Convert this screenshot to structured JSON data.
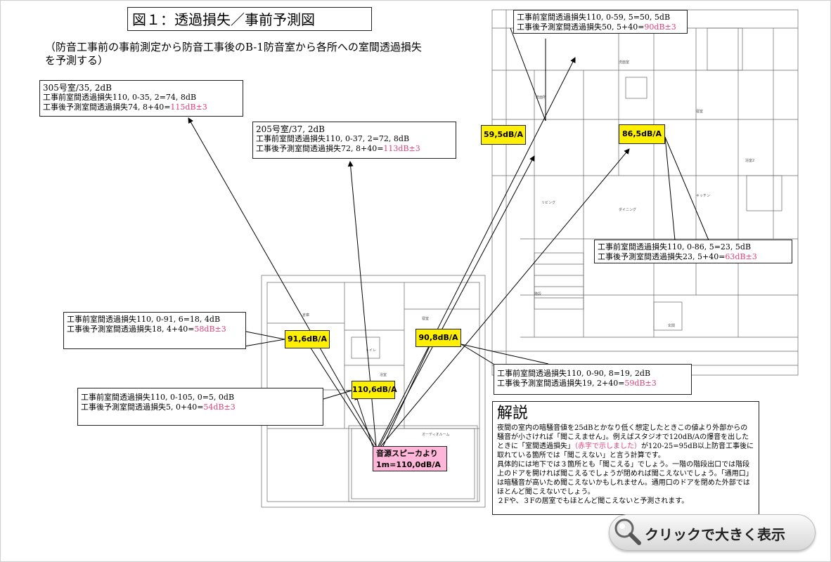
{
  "title": "図１：透過損失／事前予測図",
  "subtitle": "（防音工事前の事前測定から防音工事後のB-1防音室から各所への室間透過損失を予測する）",
  "notes": {
    "room305": {
      "head": "305号室/35, 2dB",
      "before": "工事前室間透過損失110, 0-35, 2=74, 8dB",
      "after_prefix": "工事後予測室間透過損失74, 8+40=",
      "after_value": "115dB±3"
    },
    "room205": {
      "head": "205号室/37, 2dB",
      "before": "工事前室間透過損失110, 0-37, 2=72, 8dB",
      "after_prefix": "工事後予測室間透過損失72, 8+40=",
      "after_value": "113dB±3"
    },
    "top_right": {
      "before": "工事前室間透過損失110, 0-59, 5=50, 5dB",
      "after_prefix": "工事後予測室間透過損失50, 5+40=",
      "after_value": "90dB±3"
    },
    "mid_right": {
      "before": "工事前室間透過損失110, 0-86, 5=23, 5dB",
      "after_prefix": "工事後予測室間透過損失23, 5+40=",
      "after_value": "63dB±3"
    },
    "left_mid": {
      "before": "工事前室間透過損失110, 0-91, 6=18, 4dB",
      "after_prefix": "工事後予測室間透過損失18, 4+40=",
      "after_value": "58dB±3"
    },
    "left_low": {
      "before": "工事前室間透過損失110, 0-105, 0=5, 0dB",
      "after_prefix": "工事後予測室間透過損失5, 0+40=",
      "after_value": "54dB±3"
    },
    "bottom_right": {
      "before": "工事前室間透過損失110, 0-90, 8=19, 2dB",
      "after_prefix": "工事後予測室間透過損失19, 2+40=",
      "after_value": "59dB±3"
    }
  },
  "levels": {
    "l595": "59,5dB/A",
    "l865": "86,5dB/A",
    "l916": "91,6dB/A",
    "l908": "90,8dB/A",
    "l1106": "110,6dB/A"
  },
  "source": {
    "line1": "音源スピーカより",
    "line2": "1m=110,0dB/A"
  },
  "explanation": {
    "heading": "解説",
    "p1_a": "夜間の室内の暗騒音値を25dBとかなり低く想定したときこの値より外部からの騒音が小さければ「聞こえません」。例えばスタジオで120dB/Aの爆音を出したときに「室間透過損失」",
    "p1_red": "（赤字で示しました）",
    "p1_b": "が120-25=95dB以上防音工事後に取れている箇所では「聞こえない」と言う計算です。",
    "p2": "具体的には地下では３箇所とも「聞こえる」でしょう。一階の階段出口では階段上のドアを開ければ聞こえるでしょうが閉めれば聞こえないでしょう。「通用口」は暗騒音が高いため聞こえないかもしれません。通用口のドアを閉めた外部ではほとんど聞こえないでしょう。",
    "p3": "２Fや、３Fの居室でもほとんど聞こえないと予測されます。"
  },
  "button": {
    "label": "クリックで大きく表示",
    "icon": "magnifier-icon"
  },
  "colors": {
    "level_fill": "#ffef00",
    "source_fill": "#ffb6d8",
    "loss_text": "#e0407a"
  }
}
